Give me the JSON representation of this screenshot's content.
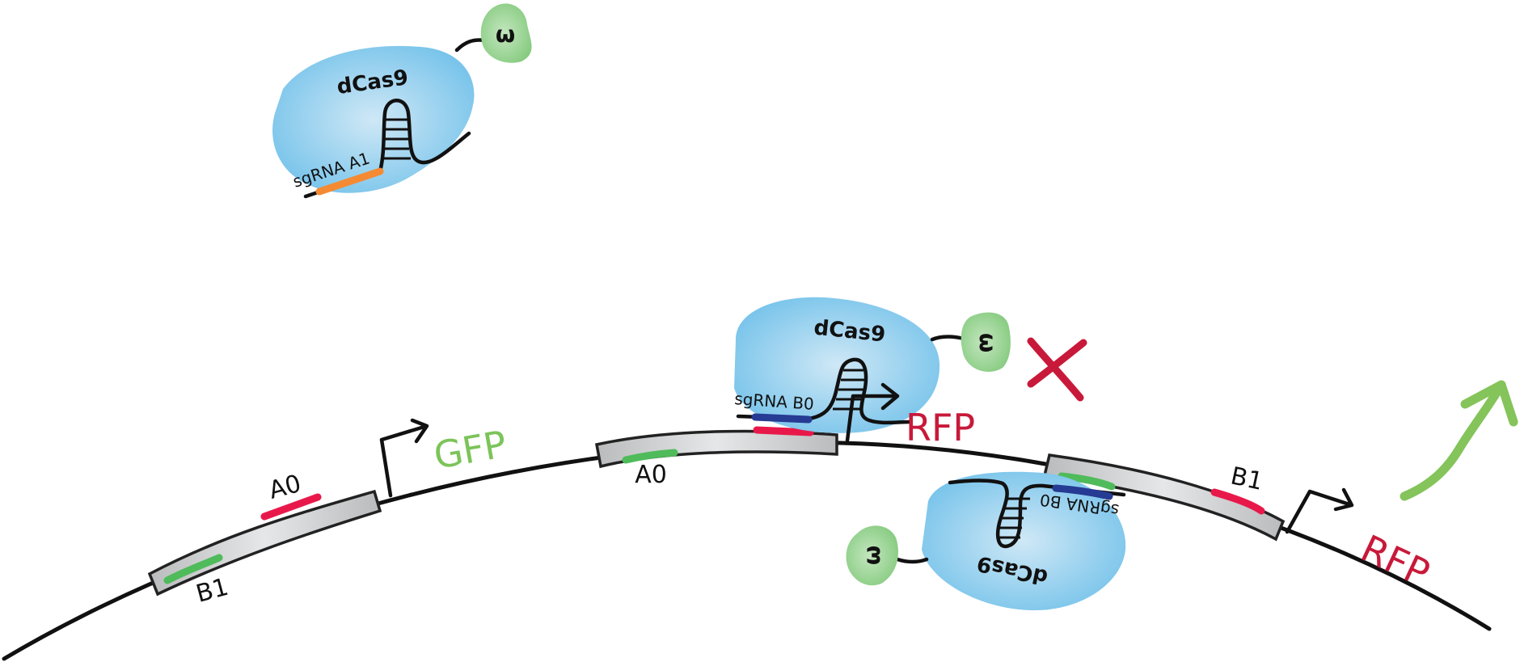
{
  "figure": {
    "proteins": {
      "free": {
        "name": "dCas9",
        "domain": "ω",
        "guide_label": "sgRNA A1"
      },
      "bound_top": {
        "name": "dCas9",
        "domain": "ω",
        "guide_label": "sgRNA B0"
      },
      "bound_bottom": {
        "name": "dCas9",
        "domain": "ω",
        "guide_label": "sgRNA B0"
      }
    },
    "sites": {
      "block1_top": "A0",
      "block1_bottom": "B1",
      "block2_bottom": "A0",
      "block3_top": "B1"
    },
    "reporters": {
      "gfp": "GFP",
      "rfp_repressed": "RFP",
      "rfp_active": "RFP"
    },
    "symbols": {
      "repressed": "cross-mark",
      "activated": "up-arrow"
    }
  },
  "colors": {
    "dcas9": "#7cc4ea",
    "omega": "#8fce8a",
    "guide_A1": "#f58a33",
    "guide_B0": "#263b93",
    "site_red": "#e8194a",
    "site_green": "#4fbb5a",
    "gfp_text": "#7cc45a",
    "rfp_text": "#c8193a",
    "cross": "#c8193a",
    "up_arrow": "#84c45a"
  }
}
